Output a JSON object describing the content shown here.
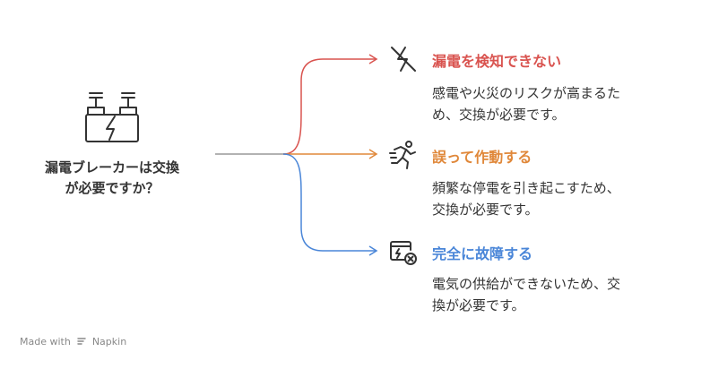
{
  "center": {
    "title_line1": "漏電ブレーカーは交換",
    "title_line2": "が必要ですか？",
    "icon": "circuit-breaker-icon"
  },
  "branches": [
    {
      "title": "漏電を検知できない",
      "desc_line1": "感電や火災のリスクが高まるた",
      "desc_line2": "め、交換が必要です。",
      "color": "#d9534f",
      "icon": "no-power-icon"
    },
    {
      "title": "誤って作動する",
      "desc_line1": "頻繁な停電を引き起こすため、",
      "desc_line2": "交換が必要です。",
      "color": "#e0883a",
      "icon": "running-person-icon"
    },
    {
      "title": "完全に故障する",
      "desc_line1": "電気の供給ができないため、交",
      "desc_line2": "換が必要です。",
      "color": "#4a86d8",
      "icon": "broken-device-icon"
    }
  ],
  "footer": {
    "made_with": "Made with",
    "brand": "Napkin"
  }
}
